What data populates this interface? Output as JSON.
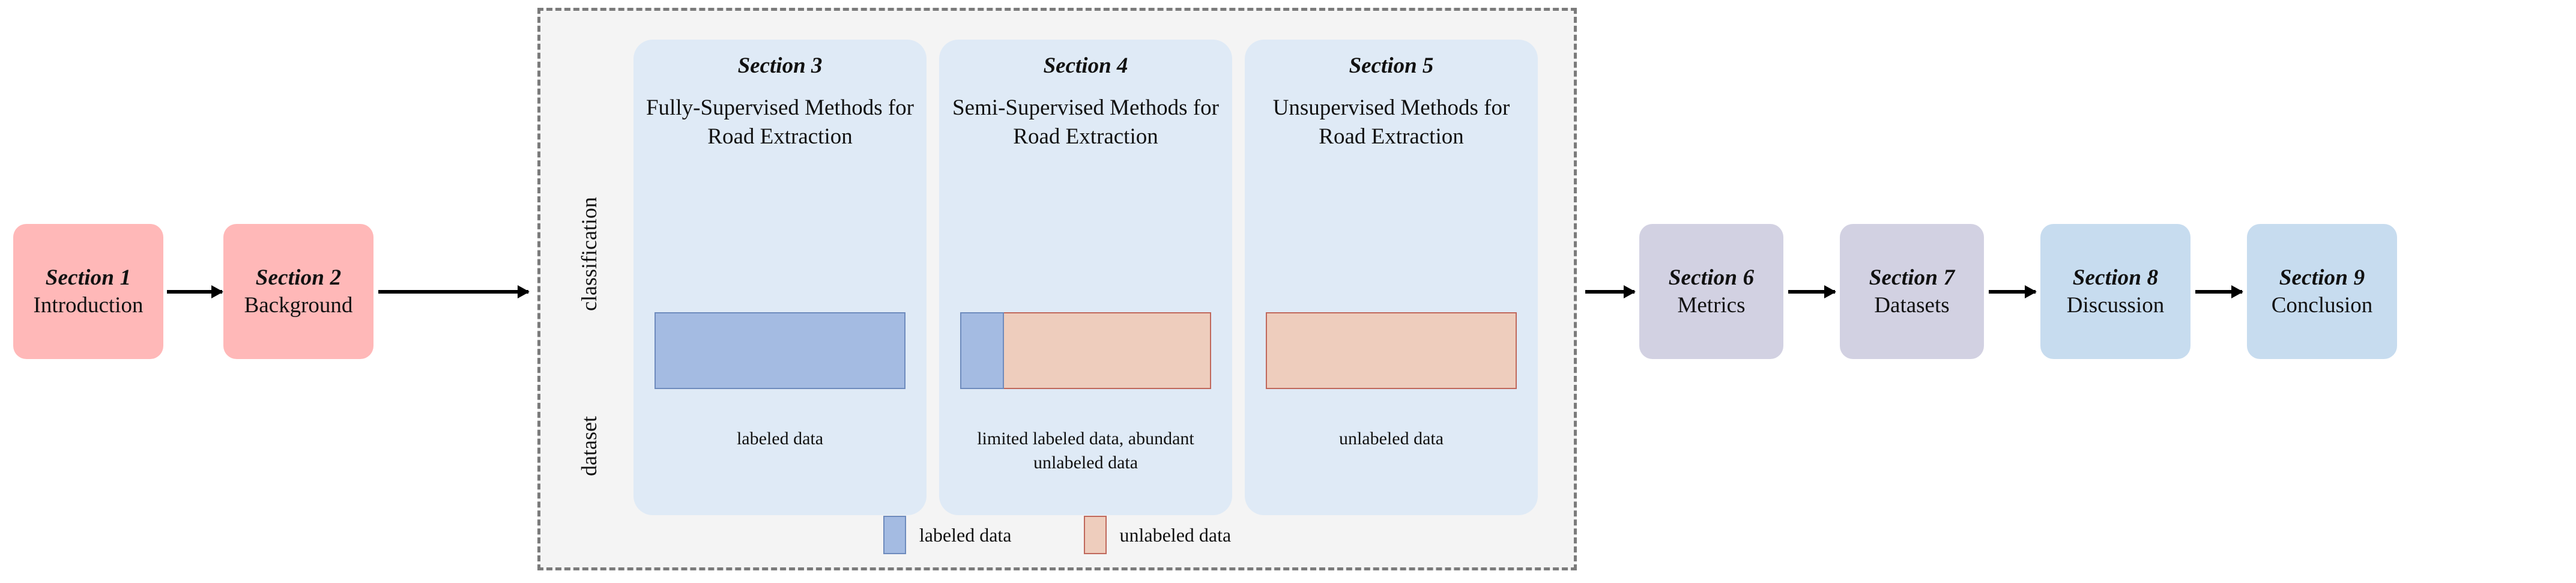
{
  "diagram": {
    "title": "Paper organization flowchart",
    "colors": {
      "pink_box": "#ffb8b8",
      "lavender_box": "#d2d1e2",
      "blue_box": "#c7dcef",
      "card_background": "#dfeaf6",
      "dashed_panel": "#f4f4f4",
      "dashed_border": "#7b7b7b",
      "labeled_data": "#a4bbe2",
      "labeled_data_border": "#6e8bbd",
      "unlabeled_data": "#eecdbd",
      "unlabeled_data_border": "#c0685c",
      "arrow": "#000000"
    }
  },
  "left_boxes": [
    {
      "section": "Section 1",
      "name": "Introduction"
    },
    {
      "section": "Section 2",
      "name": "Background"
    }
  ],
  "panel": {
    "axis_labels": {
      "classification": "classification",
      "dataset": "dataset"
    },
    "cards": [
      {
        "section": "Section 3",
        "description": "Fully-Supervised Methods for Road Extraction",
        "caption": "labeled data",
        "bar": [
          {
            "type": "labeled data",
            "fraction": 1.0
          }
        ]
      },
      {
        "section": "Section 4",
        "description": "Semi-Supervised Methods for Road Extraction",
        "caption": "limited labeled data, abundant unlabeled data",
        "bar": [
          {
            "type": "labeled data",
            "fraction": 0.175
          },
          {
            "type": "unlabeled data",
            "fraction": 0.825
          }
        ]
      },
      {
        "section": "Section 5",
        "description": "Unsupervised Methods for Road Extraction",
        "caption": "unlabeled data",
        "bar": [
          {
            "type": "unlabeled data",
            "fraction": 1.0
          }
        ]
      }
    ],
    "legend": [
      {
        "label": "labeled data",
        "swatch": "labeled"
      },
      {
        "label": "unlabeled data",
        "swatch": "unlabeled"
      }
    ]
  },
  "right_boxes": [
    {
      "section": "Section 6",
      "name": "Metrics"
    },
    {
      "section": "Section 7",
      "name": "Datasets"
    },
    {
      "section": "Section 8",
      "name": "Discussion"
    },
    {
      "section": "Section 9",
      "name": "Conclusion"
    }
  ]
}
